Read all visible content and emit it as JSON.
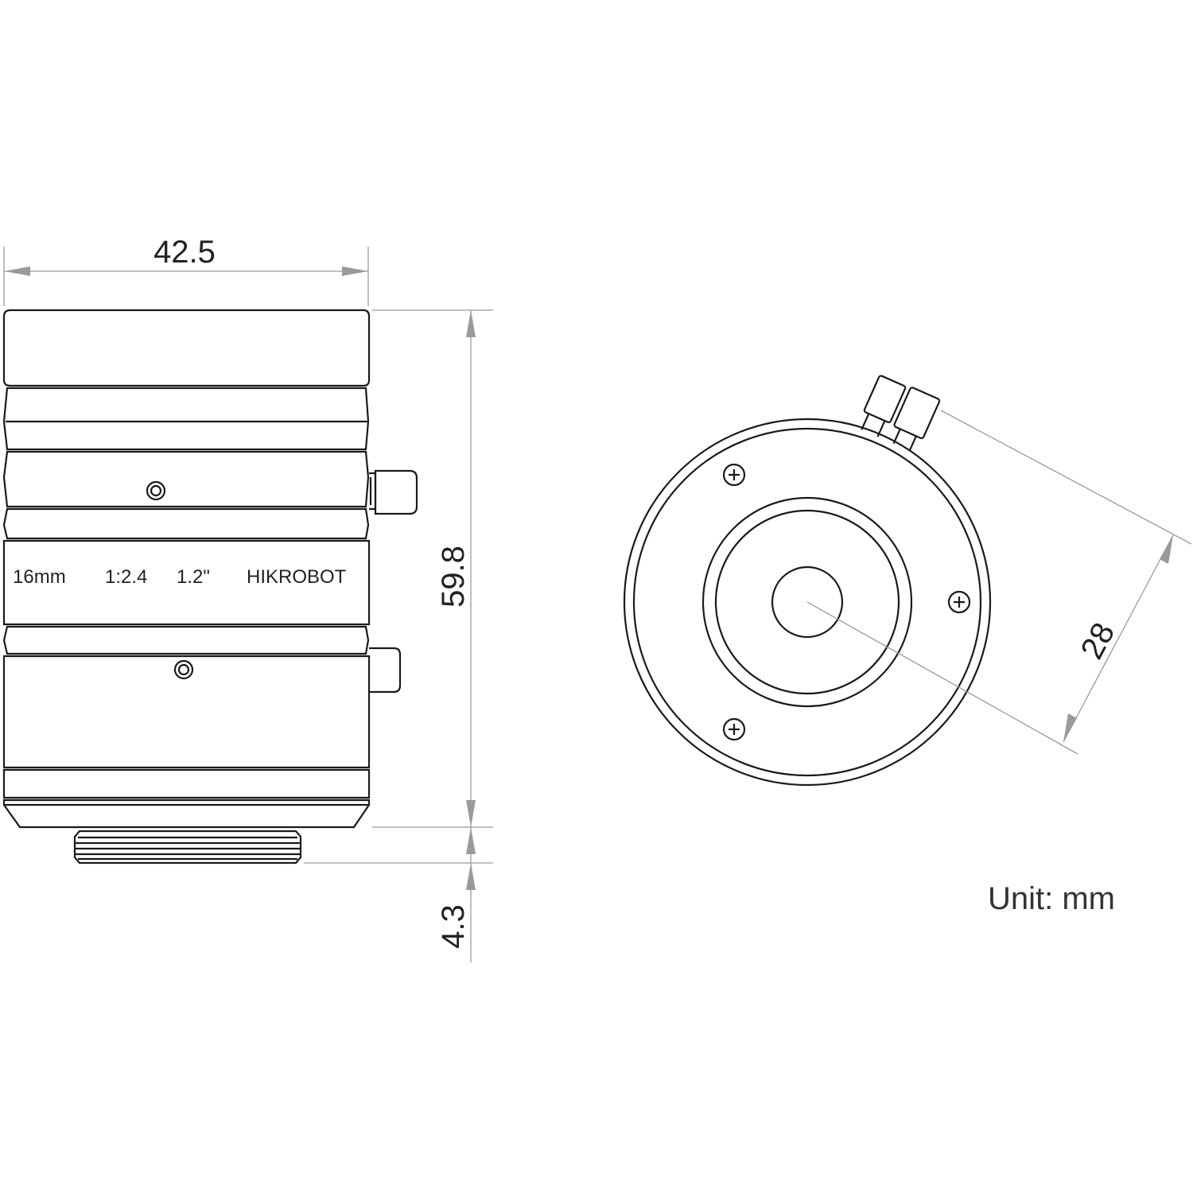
{
  "dimensions": {
    "width": "42.5",
    "height": "59.8",
    "mount_length": "4.3",
    "diagonal": "28"
  },
  "lens_markings": {
    "focal_length": "16mm",
    "aperture": "1:2.4",
    "sensor_format": "1.2\"",
    "brand": "HIKROBOT"
  },
  "unit_label": "Unit: mm"
}
